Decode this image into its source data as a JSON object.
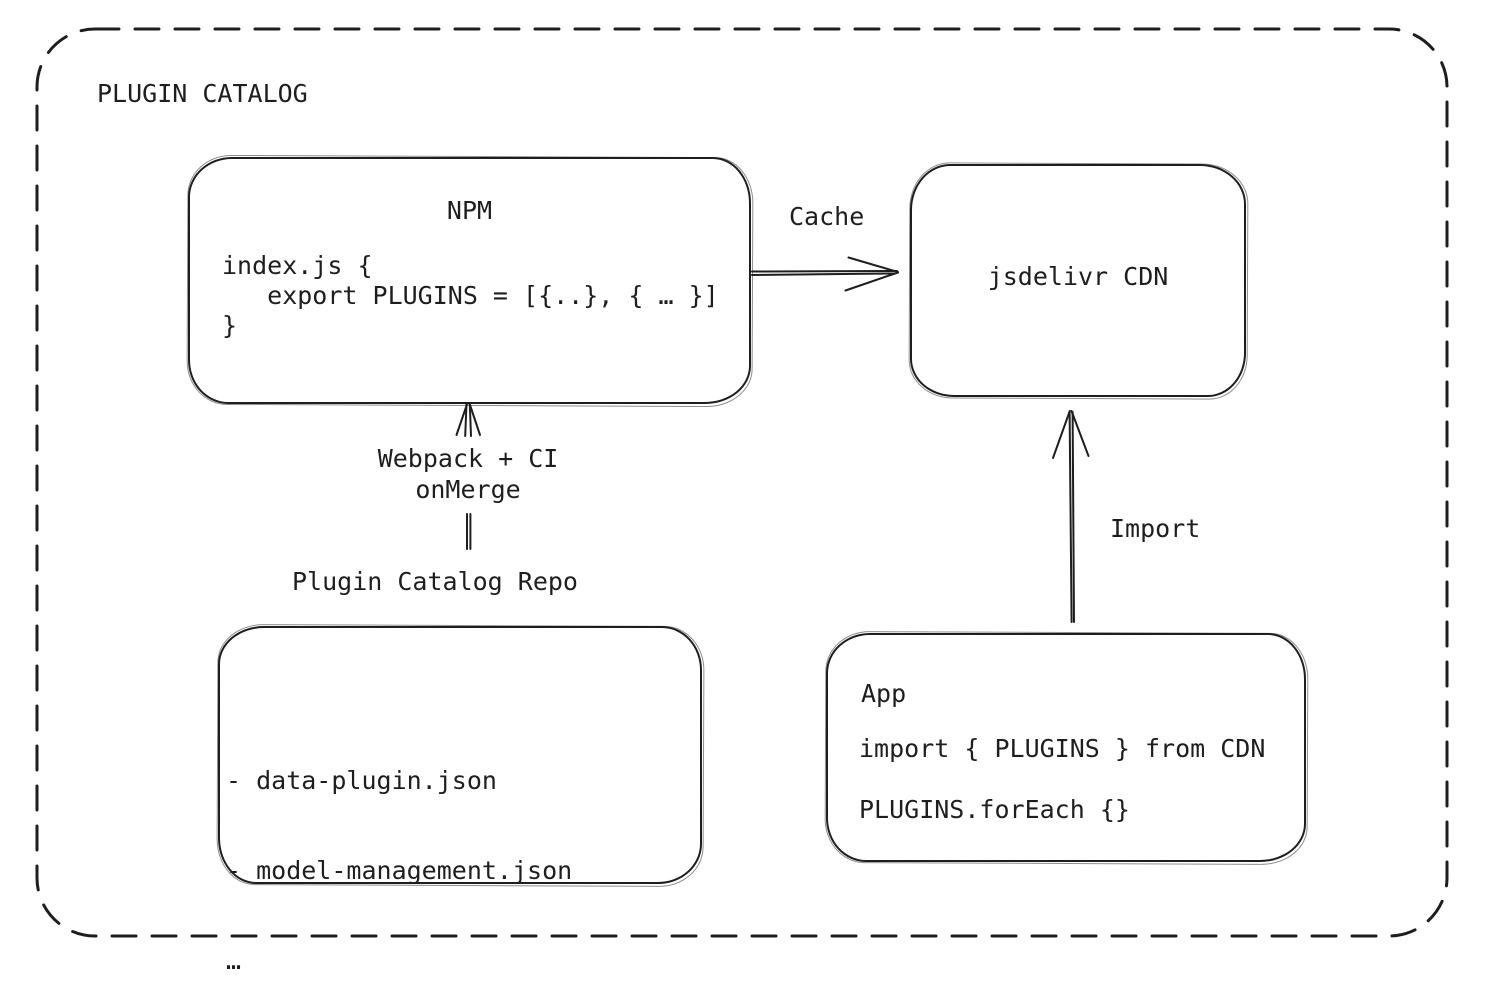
{
  "diagram": {
    "title": "PLUGIN CATALOG",
    "colors": {
      "stroke": "#1e1e1e",
      "background": "#ffffff"
    },
    "nodes": {
      "npm": {
        "title": "NPM",
        "code": "index.js {\n   export PLUGINS = [{..}, { … }]\n}"
      },
      "cdn": {
        "label": "jsdelivr CDN"
      },
      "repo": {
        "label": "Plugin Catalog Repo",
        "files": [
          "- data-plugin.json",
          "- model-management.json",
          "…"
        ]
      },
      "app": {
        "title": "App",
        "code_lines": [
          "import { PLUGINS } from CDN",
          "PLUGINS.forEach {}"
        ]
      }
    },
    "edges": {
      "cache": {
        "label": "Cache",
        "from": "npm",
        "to": "cdn"
      },
      "build": {
        "label_lines": [
          "Webpack + CI",
          "onMerge"
        ],
        "from": "repo",
        "to": "npm"
      },
      "import": {
        "label": "Import",
        "from": "app",
        "to": "cdn"
      }
    }
  }
}
